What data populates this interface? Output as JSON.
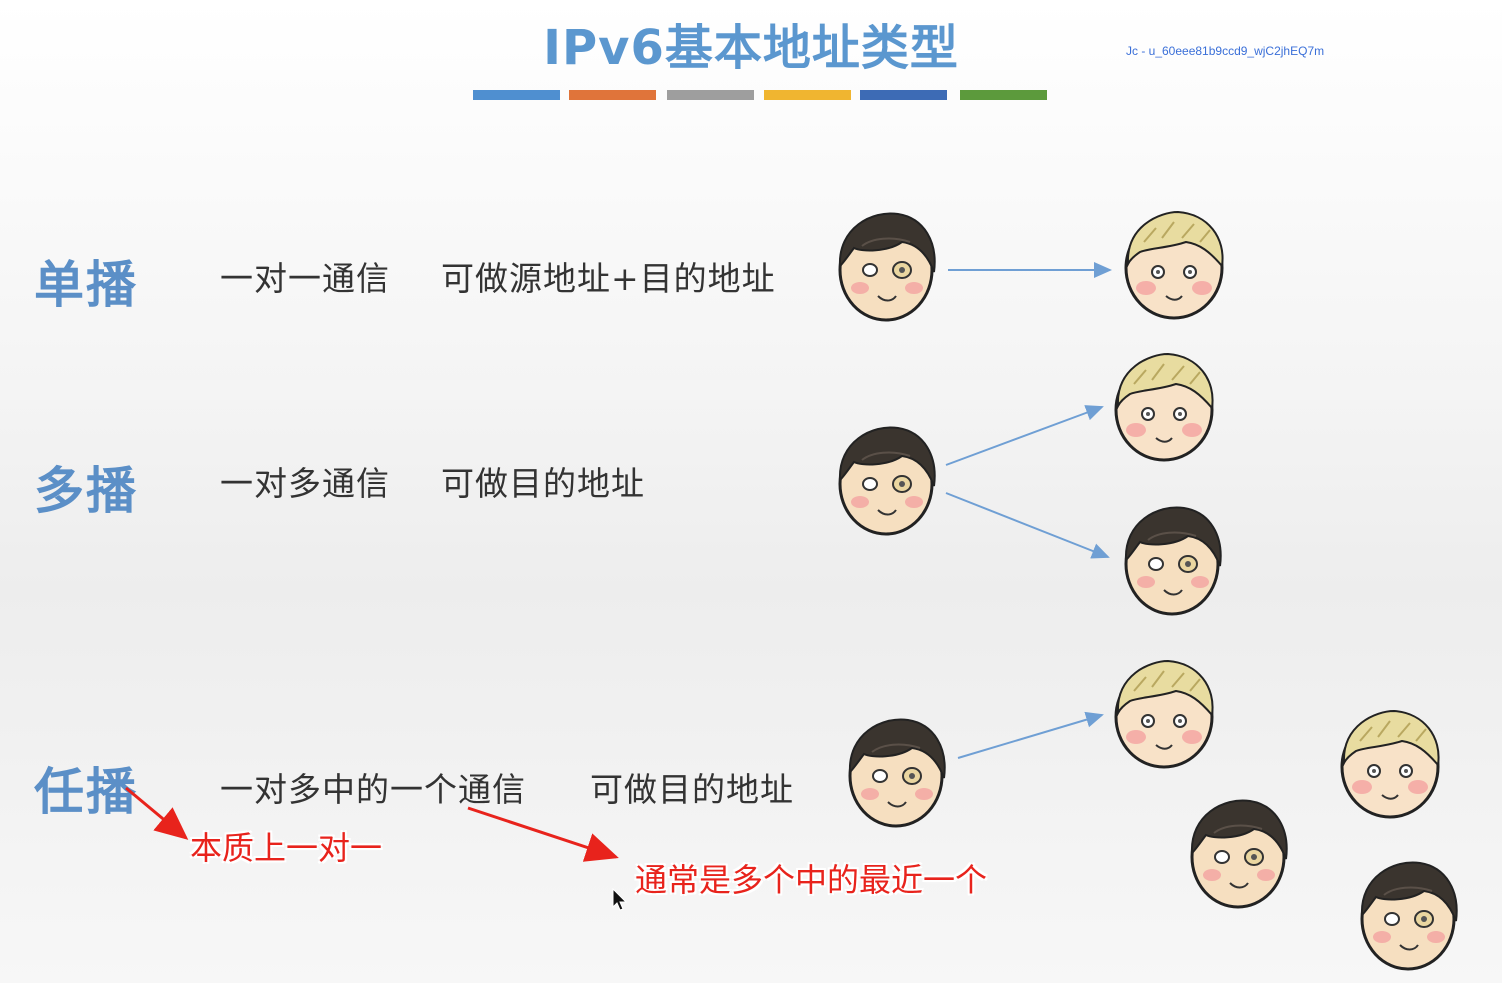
{
  "header": {
    "title": "IPv6基本地址类型",
    "watermark": "Jc - u_60eee81b9ccd9_wjC2jhEQ7m"
  },
  "accent_bars": [
    "#4f8fd0",
    "#e0743a",
    "#9e9e9e",
    "#f0b530",
    "#3d6bb5",
    "#5c9a3c"
  ],
  "rows": [
    {
      "label": "单播",
      "desc": "一对一通信",
      "use": "可做源地址+目的地址"
    },
    {
      "label": "多播",
      "desc": "一对多通信",
      "use": "可做目的地址"
    },
    {
      "label": "任播",
      "desc": "一对多中的一个通信",
      "use": "可做目的地址"
    }
  ],
  "annotations": {
    "note_1": "本质上一对一",
    "note_2": "通常是多个中的最近一个"
  },
  "colors": {
    "label": "#5b8fc7",
    "arrow_blue": "#6f9fd4",
    "annotation_red": "#e8231c"
  },
  "icons": {
    "sender": "dark-haired-face-icon",
    "receiver": "blond-face-icon"
  }
}
